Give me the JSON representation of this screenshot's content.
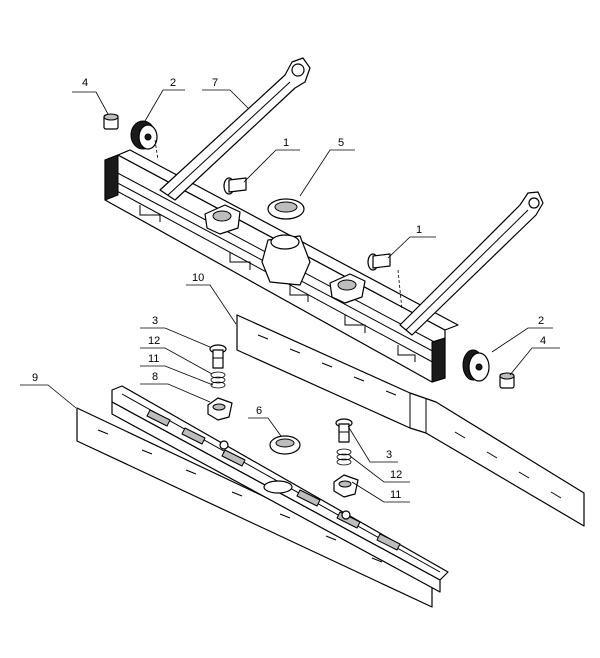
{
  "callouts": [
    {
      "id": "c4a",
      "text": "4"
    },
    {
      "id": "c2a",
      "text": "2"
    },
    {
      "id": "c7",
      "text": "7"
    },
    {
      "id": "c1a",
      "text": "1"
    },
    {
      "id": "c5",
      "text": "5"
    },
    {
      "id": "c1b",
      "text": "1"
    },
    {
      "id": "c10",
      "text": "10"
    },
    {
      "id": "c2b",
      "text": "2"
    },
    {
      "id": "c4b",
      "text": "4"
    },
    {
      "id": "c3a",
      "text": "3"
    },
    {
      "id": "c12a",
      "text": "12"
    },
    {
      "id": "c11a",
      "text": "11"
    },
    {
      "id": "c8",
      "text": "8"
    },
    {
      "id": "c9",
      "text": "9"
    },
    {
      "id": "c6",
      "text": "6"
    },
    {
      "id": "c3b",
      "text": "3"
    },
    {
      "id": "c12b",
      "text": "12"
    },
    {
      "id": "c11b",
      "text": "11"
    }
  ]
}
